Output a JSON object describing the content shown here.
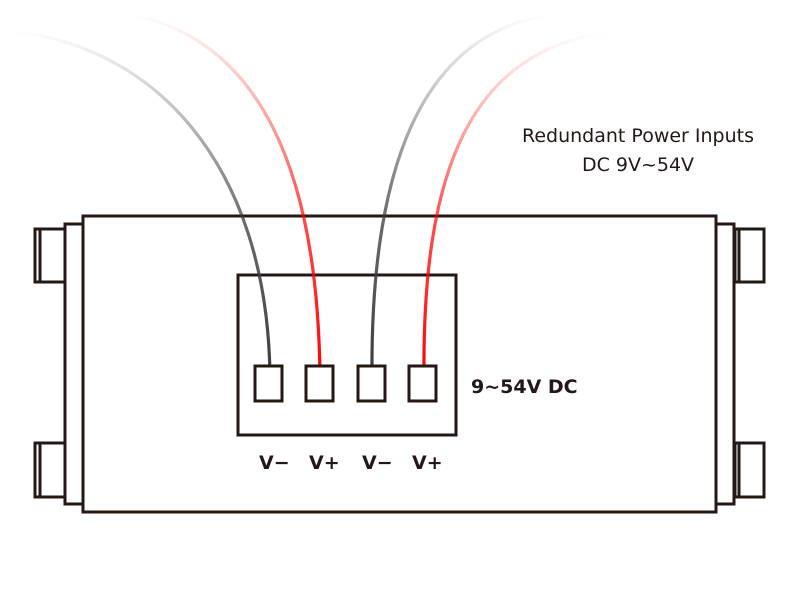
{
  "diagram": {
    "title_line1": "Redundant Power Inputs",
    "title_line2": "DC 9V~54V",
    "terminal_block_label": "9~54V DC",
    "terminals": [
      {
        "label": "V−",
        "polarity": "negative",
        "wire_color": "#3e3a39"
      },
      {
        "label": "V+",
        "polarity": "positive",
        "wire_color": "#ff0000"
      },
      {
        "label": "V−",
        "polarity": "negative",
        "wire_color": "#3e3a39"
      },
      {
        "label": "V+",
        "polarity": "positive",
        "wire_color": "#ff0000"
      }
    ],
    "colors": {
      "outline": "#231815",
      "negative_wire": "#3e3a39",
      "positive_wire": "#ff0000",
      "background": "#ffffff"
    }
  }
}
